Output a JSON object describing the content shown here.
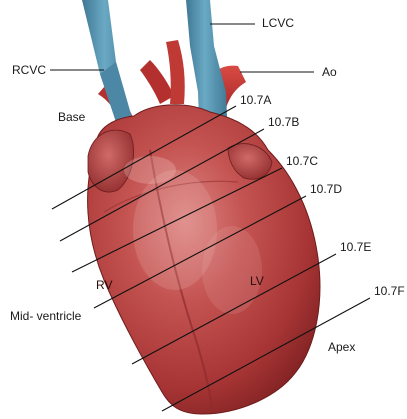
{
  "labels": {
    "lcvc": "LCVC",
    "rcvc": "RCVC",
    "ao": "Ao",
    "base": "Base",
    "rv": "RV",
    "lv": "LV",
    "mid_ventricle": "Mid- ventricle",
    "apex": "Apex"
  },
  "sections": [
    "10.7A",
    "10.7B",
    "10.7C",
    "10.7D",
    "10.7E",
    "10.7F"
  ],
  "colors": {
    "vein_blue": "#5b97b3",
    "vein_dark": "#3f7894",
    "artery_red": "#c8322e",
    "heart_base": "#b2393a",
    "heart_dark": "#7e2222",
    "heart_light": "#d9787a",
    "line": "#111111"
  }
}
